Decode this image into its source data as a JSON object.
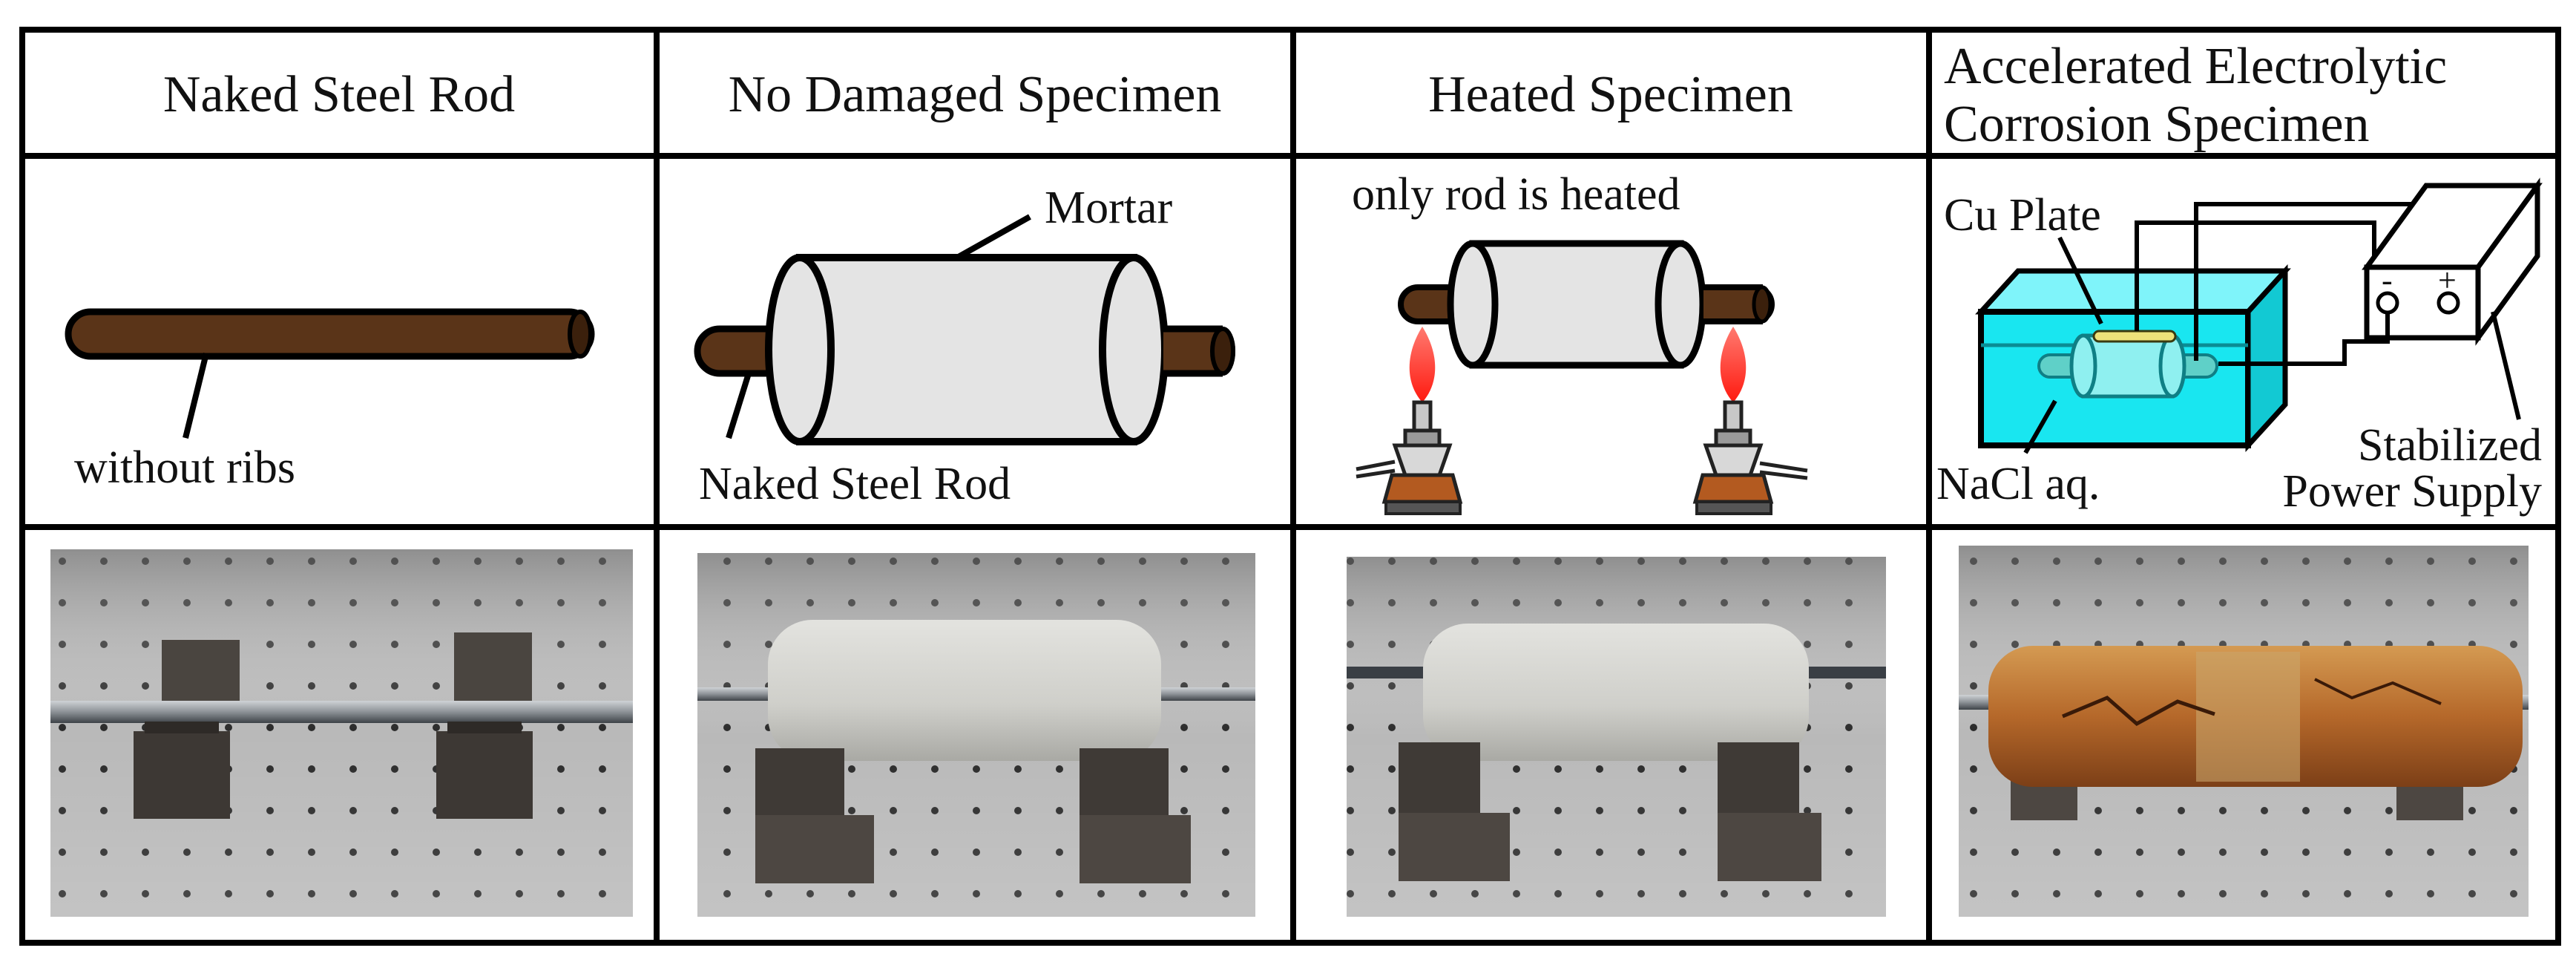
{
  "headers": {
    "col1": "Naked Steel Rod",
    "col2": "No Damaged Specimen",
    "col3": "Heated Specimen",
    "col4_line1": "Accelerated Electrolytic",
    "col4_line2": "Corrosion Specimen"
  },
  "labels": {
    "without_ribs": "without ribs",
    "mortar": "Mortar",
    "naked_steel_rod": "Naked Steel Rod",
    "only_rod_heated": "only rod is heated",
    "cu_plate": "Cu Plate",
    "nacl": "NaCl aq.",
    "stabilized": "Stabilized",
    "power_supply": "Power Supply",
    "minus": "-",
    "plus": "+"
  },
  "colors": {
    "rod": "#5a3418",
    "mortar": "#e4e4e4",
    "water": "#19e6f0",
    "flame": "#ff3a30",
    "cu_plate": "#eee27a",
    "corroded": "#b96a2a"
  }
}
